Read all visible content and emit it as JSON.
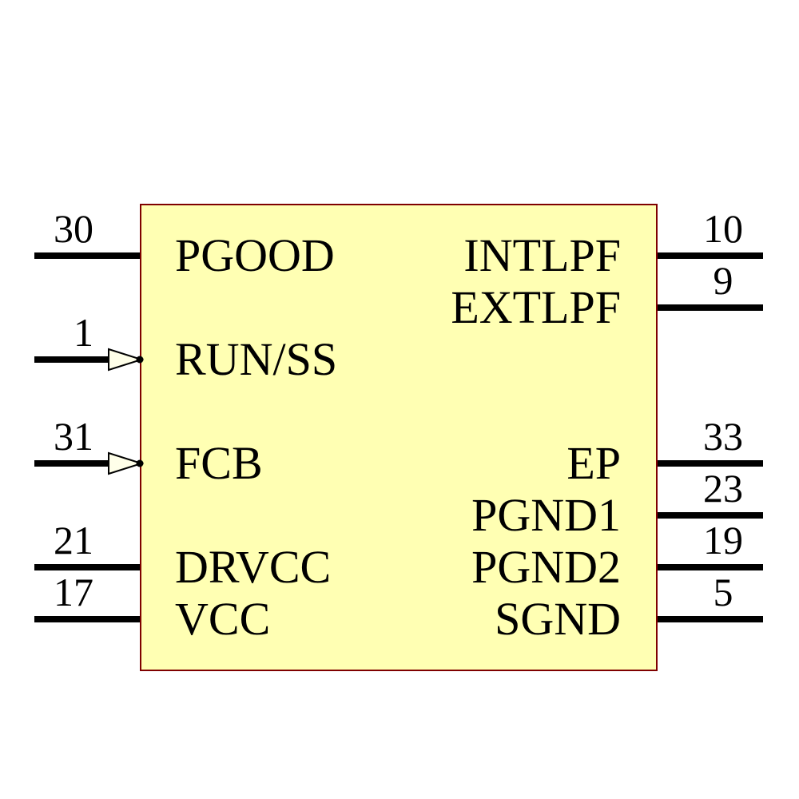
{
  "component": {
    "kind": "ic-schematic-symbol",
    "body_fill": "#ffffb3",
    "body_border_color": "#7f0000",
    "pin_line_color": "#000000",
    "arrow_fill": "#ffffe9",
    "text_color": "#000000"
  },
  "pins": {
    "left": [
      {
        "number": "30",
        "name": "PGOOD",
        "arrow": false
      },
      {
        "number": "1",
        "name": "RUN/SS",
        "arrow": true
      },
      {
        "number": "31",
        "name": "FCB",
        "arrow": true
      },
      {
        "number": "21",
        "name": "DRVCC",
        "arrow": false
      },
      {
        "number": "17",
        "name": "VCC",
        "arrow": false
      }
    ],
    "right": [
      {
        "number": "10",
        "name": "INTLPF"
      },
      {
        "number": "9",
        "name": "EXTLPF"
      },
      {
        "number": "33",
        "name": "EP"
      },
      {
        "number": "23",
        "name": "PGND1"
      },
      {
        "number": "19",
        "name": "PGND2"
      },
      {
        "number": "5",
        "name": "SGND"
      }
    ]
  }
}
